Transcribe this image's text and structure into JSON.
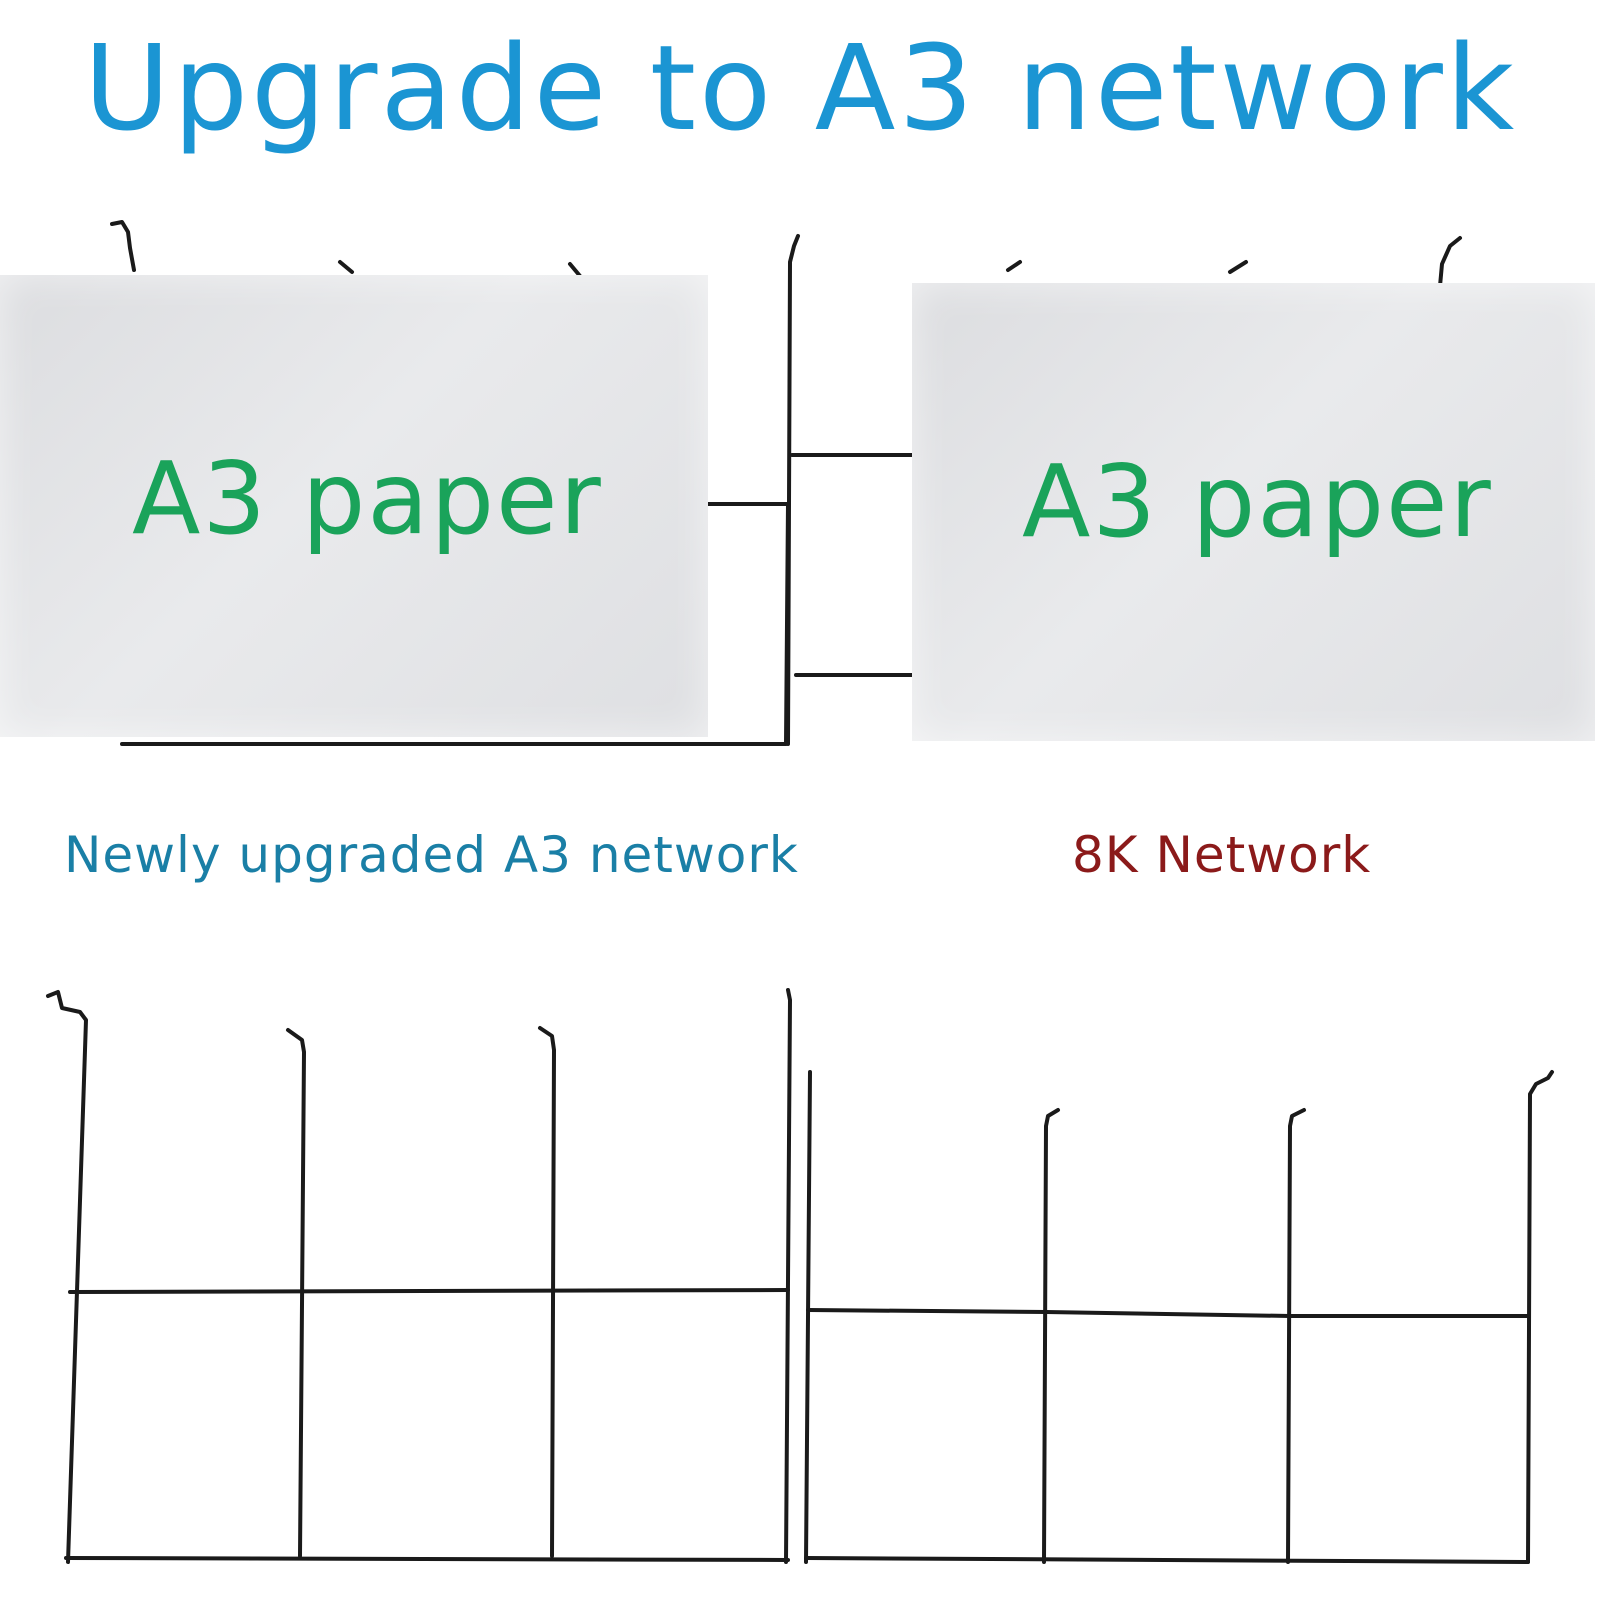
{
  "title": "Upgrade to A3 network",
  "top_left_paper_label": "A3 paper",
  "top_right_paper_label": "A3 paper",
  "caption_left": "Newly upgraded A3 network",
  "caption_right": "8K Network",
  "colors": {
    "title": "#1b95d3",
    "paper_label": "#1aa35a",
    "caption_left": "#1a7fa6",
    "caption_right": "#8b1a1a",
    "wire": "#1a1a1a",
    "paper": "#e3e4e7"
  }
}
